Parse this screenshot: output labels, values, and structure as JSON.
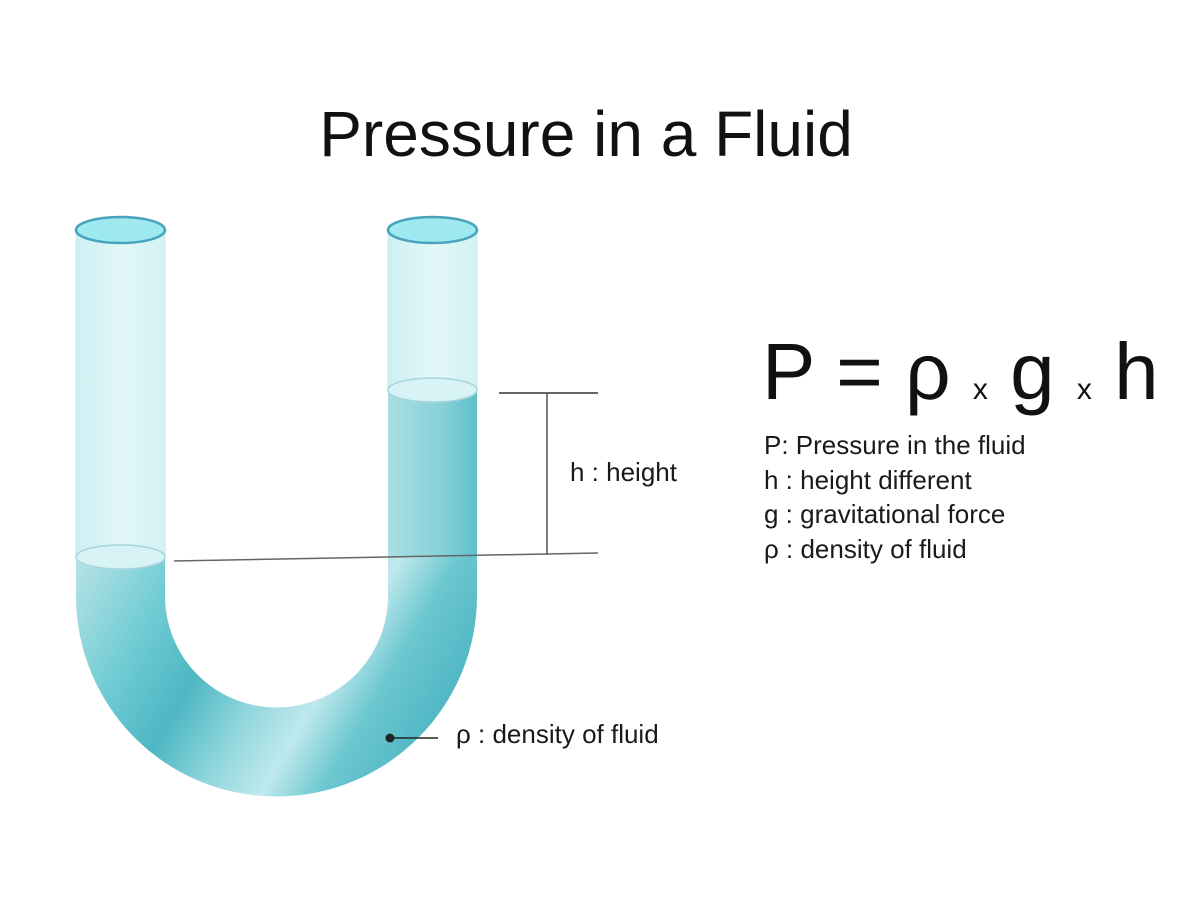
{
  "title": "Pressure in a Fluid",
  "diagram": {
    "height_label": "h : height",
    "density_label": "ρ : density of fluid"
  },
  "formula": {
    "P": "P",
    "eq": "=",
    "rho": "ρ",
    "times1": "x",
    "g": "g",
    "times2": "x",
    "h": "h"
  },
  "legend": [
    "P: Pressure in the fluid",
    "h : height different",
    "g : gravitational force",
    "ρ : density of fluid"
  ],
  "colors": {
    "fluid": "#5bbfc9",
    "fluid_dark": "#4ab3c0",
    "tube_glass": "#d2f1f3",
    "tube_rim": "#5aaec2",
    "tube_top": "#9feaf1"
  }
}
